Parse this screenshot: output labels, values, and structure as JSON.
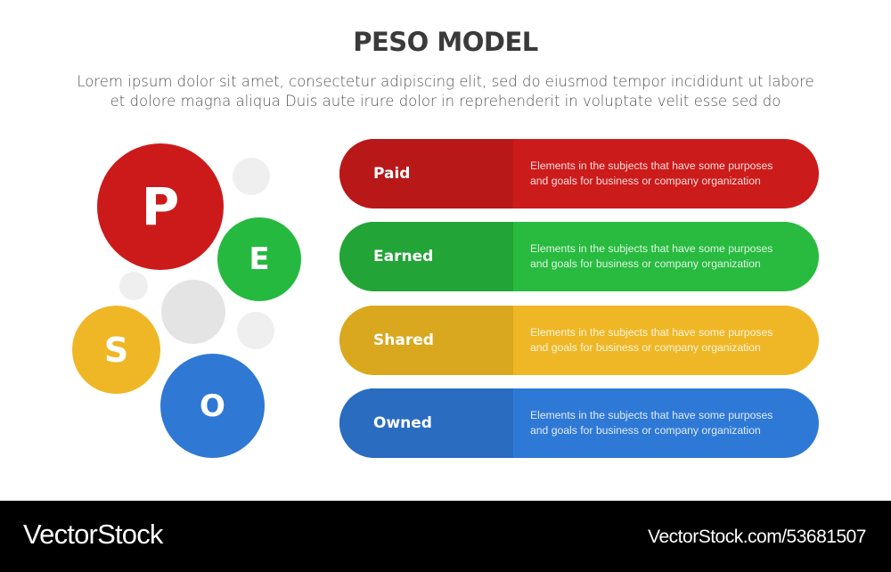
{
  "header": {
    "title": "PESO MODEL",
    "subtitle_lines": [
      "Lorem ipsum dolor sit amet, consectetur adipiscing elit, sed do eiusmod tempor incididunt ut labore",
      "et dolore magna aliqua Duis aute irure dolor in reprehenderit in voluptate velit esse sed do"
    ]
  },
  "circles": [
    {
      "letter": "P",
      "color": "#cc1a1a"
    },
    {
      "letter": "E",
      "color": "#26b940"
    },
    {
      "letter": "S",
      "color": "#efb725"
    },
    {
      "letter": "O",
      "color": "#2f78d4"
    }
  ],
  "decorative_circle_colors": [
    "#efefef",
    "#e4e4e4"
  ],
  "rows": [
    {
      "label": "Paid",
      "desc_line1": "Elements in the subjects that have  some purposes",
      "desc_line2": "and goals for business or company organization",
      "label_bg": "#b81818",
      "desc_bg": "#cc1b1b"
    },
    {
      "label": "Earned",
      "desc_line1": "Elements in the subjects that have  some purposes",
      "desc_line2": "and goals for business or company organization",
      "label_bg": "#22a436",
      "desc_bg": "#28bb40"
    },
    {
      "label": "Shared",
      "desc_line1": "Elements in the subjects that have  some purposes",
      "desc_line2": "and goals for business or company organization",
      "label_bg": "#d9a81f",
      "desc_bg": "#efb725"
    },
    {
      "label": "Owned",
      "desc_line1": "Elements in the subjects that have  some purposes",
      "desc_line2": "and goals for business or company organization",
      "label_bg": "#2a6cc0",
      "desc_bg": "#2f79d6"
    }
  ],
  "footer": {
    "brand": "VectorStock",
    "url": "VectorStock.com/53681507"
  }
}
